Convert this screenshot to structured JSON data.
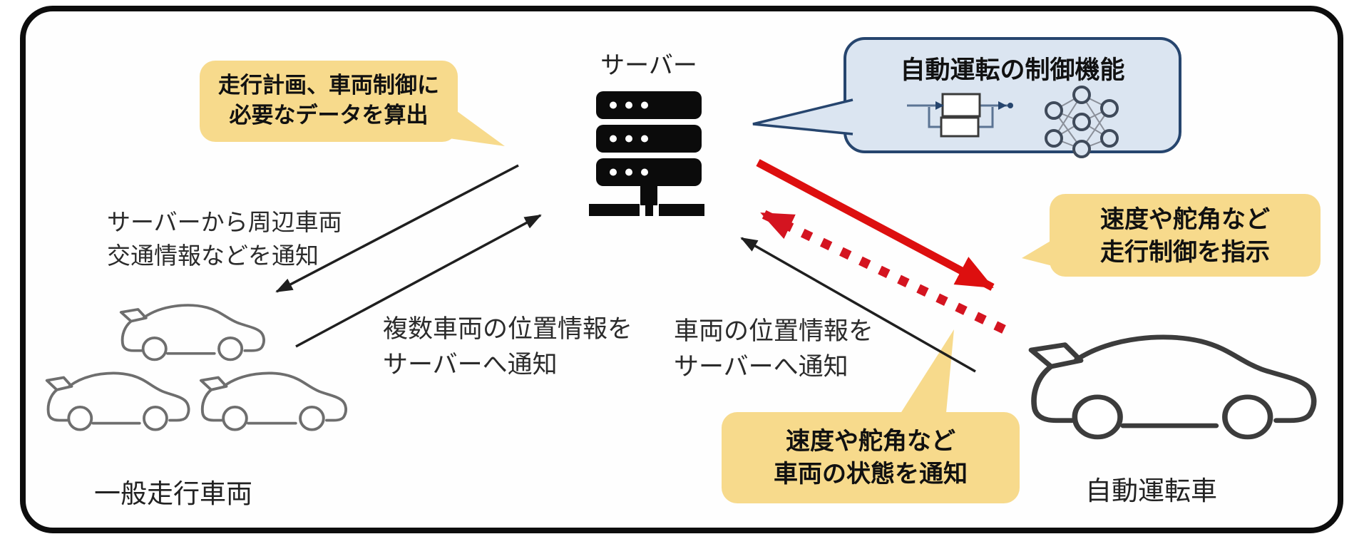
{
  "server": {
    "label": "サーバー"
  },
  "callouts": {
    "plan": {
      "line1": "走行計画、車両制御に",
      "line2": "必要なデータを算出"
    },
    "control_function": {
      "title": "自動運転の制御機能"
    },
    "drive_command": {
      "line1": "速度や舵角など",
      "line2": "走行制御を指示"
    },
    "vehicle_state": {
      "line1": "速度や舵角など",
      "line2": "車両の状態を通知"
    }
  },
  "annotations": {
    "server_to_vehicles": {
      "line1": "サーバーから周辺車両",
      "line2": "交通情報などを通知"
    },
    "multi_vehicle_position": {
      "line1": "複数車両の位置情報を",
      "line2": "サーバーへ通知"
    },
    "vehicle_position": {
      "line1": "車両の位置情報を",
      "line2": "サーバーへ通知"
    }
  },
  "labels": {
    "general_vehicles": "一般走行車両",
    "autonomous_car": "自動運転車"
  },
  "icons": {
    "server": "server-icon",
    "control_loop": "control-loop-icon",
    "neural_network": "neural-network-icon",
    "general_cars": "car-outline-icon",
    "autonomous_car": "car-outline-icon"
  },
  "colors": {
    "accent_red": "#dd0f0f",
    "callout_yellow": "#f7da8c",
    "callout_blue_bg": "#dbe5f1",
    "callout_blue_border": "#26456e",
    "arrow_black": "#1f1f1f",
    "car_gray": "#6e6e6e",
    "car_dark": "#3c3c3c",
    "frame_black": "#0d0d0d"
  }
}
